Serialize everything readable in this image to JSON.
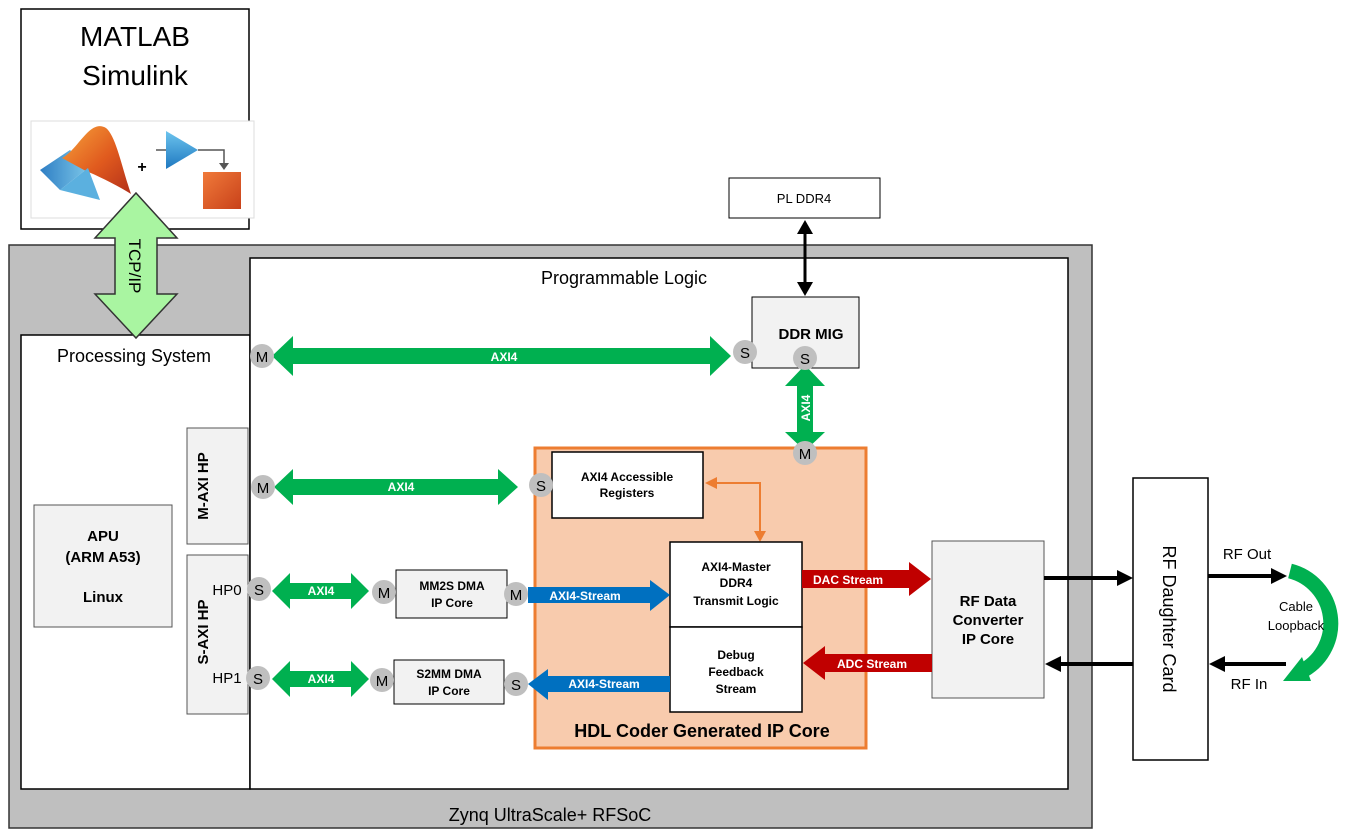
{
  "tool": {
    "line1": "MATLAB",
    "line2": "Simulink",
    "plus": "+",
    "link_label": "TCP/IP"
  },
  "chip": {
    "title": "Zynq UltraScale+ RFSoC",
    "pl_title": "Programmable Logic",
    "ps_title": "Processing System"
  },
  "memory": {
    "pl_ddr4": "PL DDR4",
    "ddr_mig": "DDR MIG"
  },
  "ps": {
    "apu_line1": "APU",
    "apu_line2": "(ARM A53)",
    "apu_line3": "Linux",
    "maxi_hp": "M-AXI HP",
    "saxi_hp": "S-AXI HP",
    "hp0": "HP0",
    "hp1": "HP1"
  },
  "ports": {
    "master": "M",
    "slave": "S"
  },
  "buses": {
    "axi4": "AXI4",
    "axi4_stream": "AXI4-Stream",
    "dac_stream": "DAC Stream",
    "adc_stream": "ADC Stream"
  },
  "dma": {
    "mm2s_line1": "MM2S DMA",
    "mm2s_line2": "IP Core",
    "s2mm_line1": "S2MM DMA",
    "s2mm_line2": "IP Core"
  },
  "ipcore": {
    "title": "HDL Coder Generated IP Core",
    "regs_line1": "AXI4 Accessible",
    "regs_line2": "Registers",
    "tx_line1": "AXI4-Master",
    "tx_line2": "DDR4",
    "tx_line3": "Transmit Logic",
    "dbg_line1": "Debug",
    "dbg_line2": "Feedback",
    "dbg_line3": "Stream"
  },
  "rf": {
    "conv_line1": "RF Data",
    "conv_line2": "Converter",
    "conv_line3": "IP Core",
    "daughter_card": "RF Daughter Card",
    "rf_out": "RF Out",
    "rf_in": "RF In",
    "loop_line1": "Cable",
    "loop_line2": "Loopback"
  },
  "colors": {
    "axi4_green": "#00B050",
    "stream_blue": "#0070C0",
    "dac_adc_red": "#C00000",
    "ipcore_fill": "#F8CBAD",
    "ipcore_border": "#ED7D31",
    "tcp_fill": "#A9F5A1",
    "chip_gray": "#BFBFBF",
    "port_gray": "#BFBFBF"
  }
}
